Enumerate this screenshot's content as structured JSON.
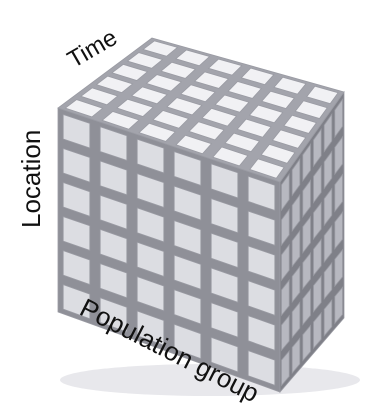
{
  "diagram": {
    "axes": {
      "time": "Time",
      "location": "Location",
      "population": "Population group"
    },
    "grid": {
      "rows": 6,
      "front_columns": 6,
      "side_columns": 6,
      "depth_rows": 6
    },
    "colors": {
      "top": "#f1f1f4",
      "front": "#dcdde2",
      "side": "#b7b8c0",
      "edge": "#9a9ba3",
      "shadow": "#e8e8ec"
    }
  }
}
